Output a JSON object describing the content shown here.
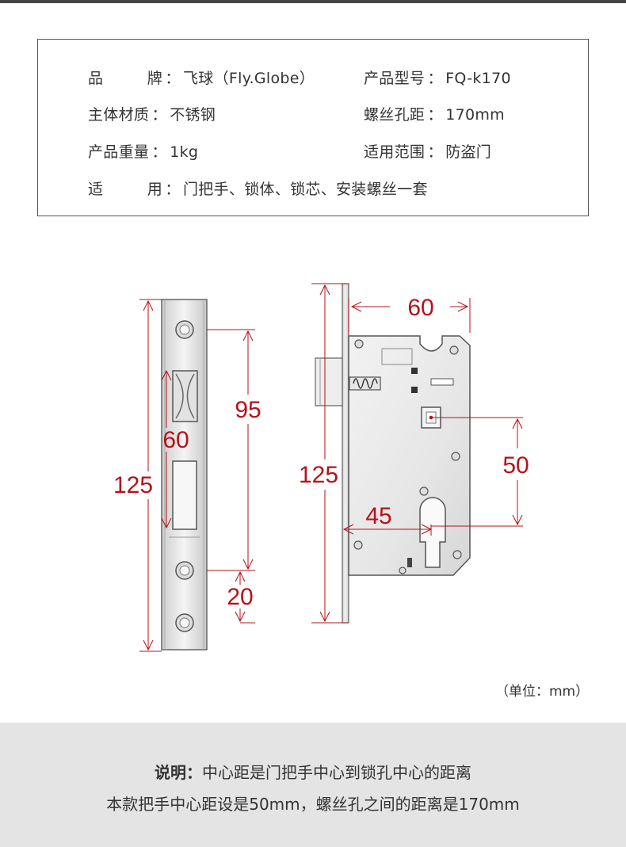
{
  "specs": {
    "brand": {
      "label_chars": [
        "品",
        "牌"
      ],
      "colon": "：",
      "value": "飞球（Fly.Globe）"
    },
    "model": {
      "label": "产品型号",
      "colon": "：",
      "value": "FQ-k170"
    },
    "material": {
      "label": "主体材质",
      "colon": "：",
      "value": "不锈钢"
    },
    "screw_distance": {
      "label": "螺丝孔距",
      "colon": "：",
      "value": "170mm"
    },
    "weight": {
      "label": "产品重量",
      "colon": "：",
      "value": "1kg"
    },
    "scope": {
      "label": "适用范围",
      "colon": "：",
      "value": "防盗门"
    },
    "fit": {
      "label_chars": [
        "适",
        "用"
      ],
      "colon": "：",
      "value": "门把手、锁体、锁芯、安装螺丝一套"
    }
  },
  "dimensions": {
    "faceplate_height": "125",
    "faceplate_hole_spacing": "95",
    "faceplate_slot": "60",
    "faceplate_bottom": "20",
    "body_height": "125",
    "body_width": "60",
    "handle_to_cylinder": "50",
    "backset": "45"
  },
  "unit_note": "（单位：mm）",
  "note": {
    "title": "说明：",
    "line1": "中心距是门把手中心到锁孔中心的距离",
    "line2": "本款把手中心距设是50mm，螺丝孔之间的距离是170mm"
  },
  "colors": {
    "dimension": "#b5121b",
    "band": "#e4e4e4",
    "topbar": "#444444"
  }
}
